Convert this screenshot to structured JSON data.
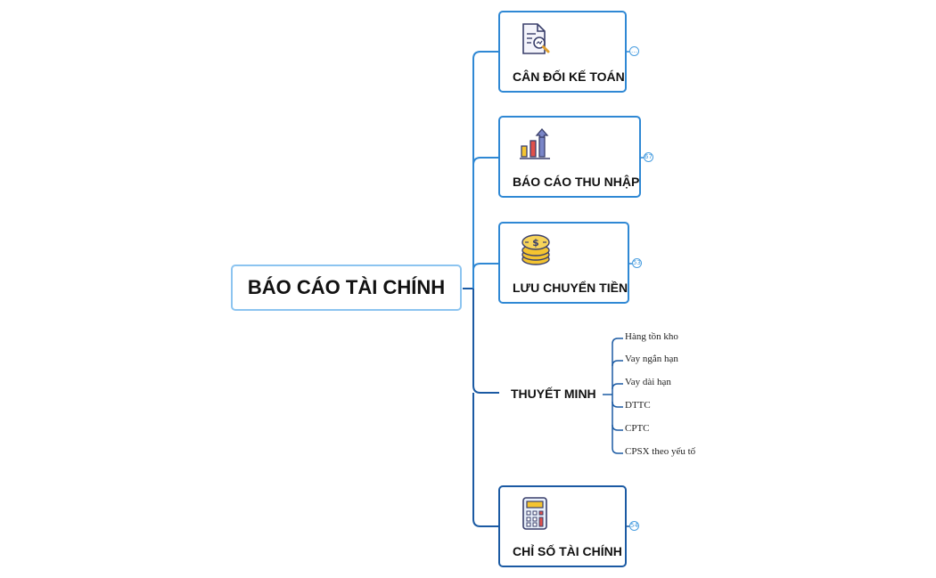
{
  "root": {
    "label": "BÁO CÁO TÀI CHÍNH"
  },
  "topics": [
    {
      "label": "CÂN ĐỐI KẾ TOÁN",
      "icon": "document-magnifier-icon",
      "badge": "…"
    },
    {
      "label": "BÁO CÁO THU NHẬP",
      "icon": "bar-chart-growth-icon",
      "badge": "67"
    },
    {
      "label": "LƯU CHUYỂN TIỀN",
      "icon": "coin-stack-icon",
      "badge": "53"
    },
    {
      "label": "THUYẾT MINH",
      "children": [
        "Hàng tồn kho",
        "Vay ngắn hạn",
        "Vay dài hạn",
        "DTTC",
        "CPTC",
        "CPSX theo yếu tố"
      ]
    },
    {
      "label": "CHỈ SỐ TÀI CHÍNH",
      "icon": "calculator-icon",
      "badge": "54"
    }
  ],
  "colors": {
    "branch_light": "#2f88d4",
    "branch_dark": "#1b5aa3",
    "root_border": "#8cc4f0",
    "card_border": "#2f88d4"
  }
}
